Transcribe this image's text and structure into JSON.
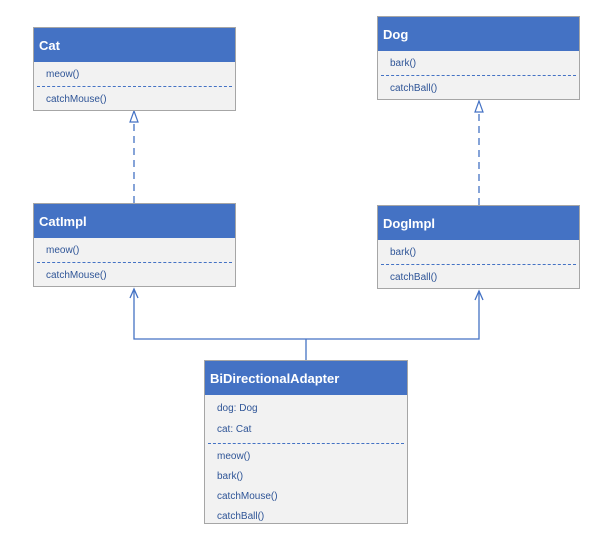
{
  "classes": {
    "cat": {
      "name": "Cat",
      "fields": [],
      "methods": [
        "meow()",
        "catchMouse()"
      ]
    },
    "dog": {
      "name": "Dog",
      "fields": [],
      "methods": [
        "bark()",
        "catchBall()"
      ]
    },
    "cat_impl": {
      "name": "CatImpl",
      "fields": [],
      "methods": [
        "meow()",
        "catchMouse()"
      ]
    },
    "dog_impl": {
      "name": "DogImpl",
      "fields": [],
      "methods": [
        "bark()",
        "catchBall()"
      ]
    },
    "adapter": {
      "name": "BiDirectionalAdapter",
      "fields": [
        "dog: Dog",
        "cat: Cat"
      ],
      "methods": [
        "meow()",
        "bark()",
        "catchMouse()",
        "catchBall()"
      ]
    }
  },
  "relations": [
    {
      "type": "realization",
      "from": "CatImpl",
      "to": "Cat"
    },
    {
      "type": "realization",
      "from": "DogImpl",
      "to": "Dog"
    },
    {
      "type": "association",
      "from": "BiDirectionalAdapter",
      "to": "CatImpl"
    },
    {
      "type": "association",
      "from": "BiDirectionalAdapter",
      "to": "DogImpl"
    }
  ],
  "colors": {
    "header": "#4472c4",
    "text": "#2f5597",
    "body": "#f2f2f2",
    "border": "#a6a6a6",
    "line": "#4472c4"
  }
}
